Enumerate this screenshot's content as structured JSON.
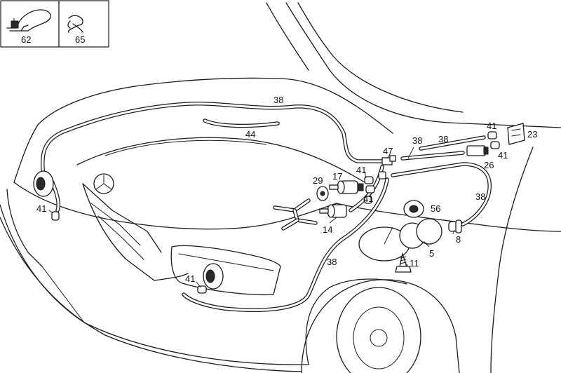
{
  "inset": {
    "clamp_label": "62",
    "clip_label": "65"
  },
  "callouts": {
    "hose_top": "38",
    "hose_44": "44",
    "hose_right_a": "38",
    "hose_right_b": "38",
    "hose_right_c": "38",
    "hose_bottom": "38",
    "connector_47": "47",
    "part_41_a": "41",
    "part_41_b": "41",
    "part_41_c": "41",
    "part_41_d": "41",
    "part_41_e": "41",
    "part_41_f": "41",
    "part_29": "29",
    "part_17": "17",
    "part_14": "14",
    "part_23": "23",
    "part_26": "26",
    "part_56": "56",
    "part_5": "5",
    "part_8": "8",
    "part_11": "11"
  }
}
